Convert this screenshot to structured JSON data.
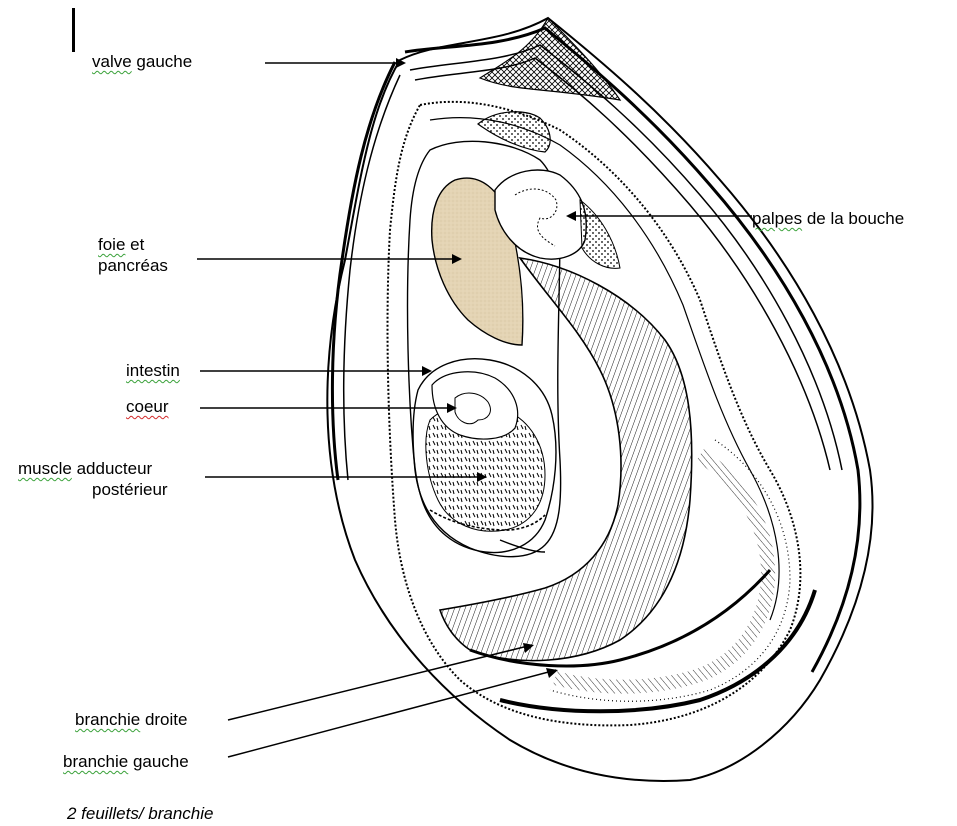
{
  "labels": {
    "valve_gauche_1": "valve",
    "valve_gauche_2": " gauche",
    "palpes_1": "palpes",
    "palpes_2": " de la bouche",
    "foie_1": "foie",
    "foie_2": " et",
    "foie_3": "pancréas",
    "intestin": "intestin",
    "coeur": "coeur",
    "muscle_1": "muscle",
    "muscle_2": " adducteur",
    "muscle_3": "postérieur",
    "branchie_droite_1": "branchie",
    "branchie_droite_2": " droite",
    "branchie_gauche_1": "branchie",
    "branchie_gauche_2": " gauche"
  },
  "caption": "2 feuillets/ branchie",
  "colors": {
    "liver": "#e4d4b4",
    "line": "#000000",
    "spellcheck_grammar": "#3aa13a",
    "spellcheck_spelling": "#d22a2a"
  }
}
